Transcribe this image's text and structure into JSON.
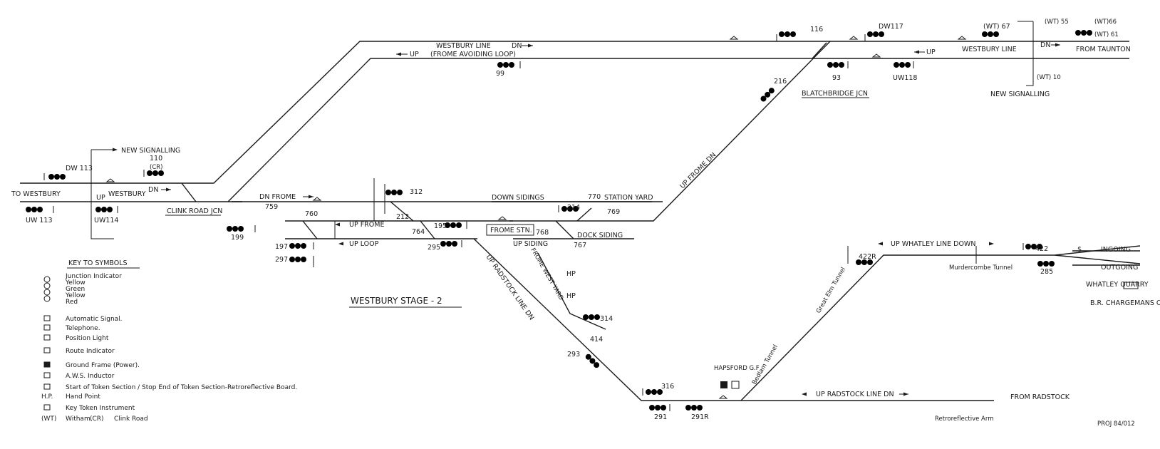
{
  "diagram_title": "WESTBURY STAGE - 2",
  "drawing_ref": "PROJ 84/012",
  "line_labels": {
    "westbury_line_frome_avoiding": "WESTBURY LINE",
    "frome_avoiding_loop": "(FROME AVOIDING LOOP)",
    "up": "UP",
    "dn": "DN",
    "westbury_line_east": "WESTBURY LINE",
    "from_taunton": "FROM TAUNTON",
    "new_signalling_east": "NEW SIGNALLING",
    "blatchbridge_jcn": "BLATCHBRIDGE JCN",
    "new_signalling_west": "NEW SIGNALLING",
    "to_westbury": "TO WESTBURY",
    "westbury": "WESTBURY",
    "clink_road_jcn": "CLINK ROAD JCN",
    "dn_frome": "DN FROME",
    "up_frome": "UP FROME",
    "up_loop": "UP LOOP",
    "up_frome_dn": "UP FROME DN",
    "down_sidings": "DOWN SIDINGS",
    "station_yard": "STATION YARD",
    "frome_stn": "FROME STN.",
    "up_siding": "UP SIDING",
    "dock_siding": "DOCK SIDING",
    "frome_west_yard": "FROME WEST YARD",
    "up_radstock_line_dn_diag": "UP RADSTOCK LINE DN",
    "hp": "HP",
    "up_radstock_line_dn": "UP RADSTOCK LINE DN",
    "from_radstock": "FROM RADSTOCK",
    "hapsford_gf": "HAPSFORD G.F",
    "bedlam_tunnel": "Bedlam Tunnel",
    "great_elm_tunnel": "Great Elm Tunnel",
    "up_whatley_line_down": "UP WHATLEY LINE DOWN",
    "murdercombe_tunnel": "Murdercombe Tunnel",
    "ingoing": "INGOING",
    "outgoing": "OUTGOING",
    "dollar": "$",
    "whatley_quarry": "WHATLEY QUARRY",
    "br_chargemans_office": "B.R. CHARGEMANS OFFICE",
    "retroreflective_arm": "Retroreflective Arm",
    "wt10": "(WT) 10",
    "wt55": "(WT) 55",
    "wt66": "(WT)66",
    "wt61": "(WT) 61",
    "wt67": "(WT) 67",
    "cr_note": "(CR)"
  },
  "signals": {
    "s116": "116",
    "dw117": "DW117",
    "s93": "93",
    "uw118": "UW118",
    "s99": "99",
    "s216": "216",
    "dw113": "DW 113",
    "uw113": "UW 113",
    "uw114": "UW114",
    "s110": "110",
    "s312": "312",
    "s212": "212",
    "s759": "759",
    "s760": "760",
    "s199": "199",
    "s197": "197",
    "s297": "297",
    "s195": "195",
    "s764": "764",
    "s295": "295",
    "s770": "770",
    "s214": "214",
    "s769": "769",
    "s768": "768",
    "s767": "767",
    "s314": "314",
    "s414": "414",
    "s293": "293",
    "s316": "316",
    "s291": "291",
    "s291r": "291R",
    "s422r": "422R",
    "s422": "422",
    "s285": "285"
  },
  "key": {
    "heading": "KEY TO SYMBOLS",
    "items": [
      {
        "symbol": "junction-indicator",
        "label": "Junction Indicator"
      },
      {
        "symbol": "aspect-yellow",
        "label": "Yellow"
      },
      {
        "symbol": "aspect-green",
        "label": "Green"
      },
      {
        "symbol": "aspect-yellow-2",
        "label": "Yellow"
      },
      {
        "symbol": "aspect-red",
        "label": "Red"
      },
      {
        "symbol": "automatic-signal",
        "label": "Automatic Signal."
      },
      {
        "symbol": "telephone",
        "label": "Telephone."
      },
      {
        "symbol": "position-light",
        "label": "Position Light"
      },
      {
        "symbol": "route-indicator",
        "label": "Route Indicator"
      },
      {
        "symbol": "ground-frame",
        "label": "Ground Frame (Power)."
      },
      {
        "symbol": "aws-inductor",
        "label": "A.W.S. Inductor"
      },
      {
        "symbol": "token-board",
        "label": "Start of Token Section / Stop End of Token Section-Retroreflective Board."
      },
      {
        "symbol": "hand-point",
        "symbol_text": "H.P.",
        "label": "Hand Point"
      },
      {
        "symbol": "key-token",
        "label": "Key Token Instrument"
      },
      {
        "symbol": "witham",
        "symbol_text": "(WT)",
        "label": "Witham."
      },
      {
        "symbol": "clink-road",
        "symbol_text": "(CR)",
        "label": "Clink Road"
      }
    ]
  }
}
